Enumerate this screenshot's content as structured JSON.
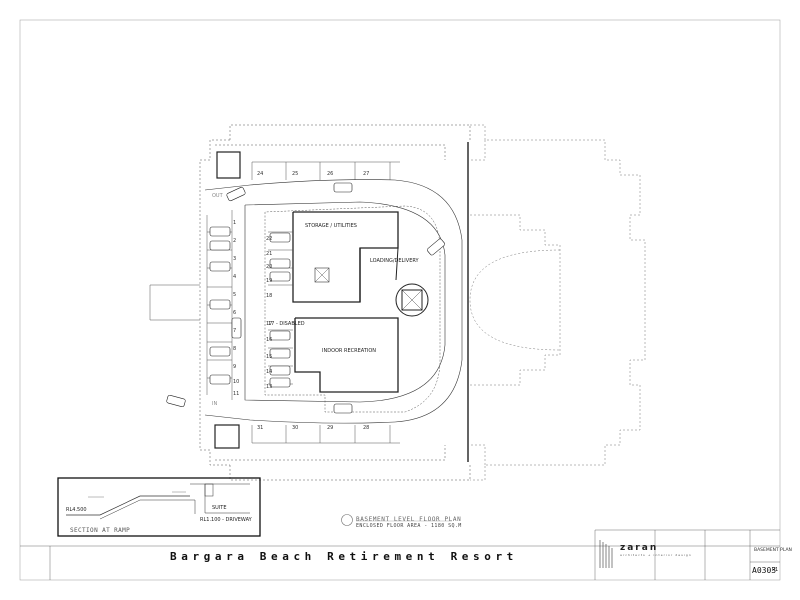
{
  "project": {
    "title": "Bargara Beach Retirement Resort"
  },
  "plan": {
    "title": "BASEMENT LEVEL FLOOR PLAN",
    "area": "ENCLOSED FLOOR AREA - 1180 SQ.M"
  },
  "rooms": {
    "storage": "STORAGE / UTILITIES",
    "loading": "LOADING/DELIVERY",
    "disabled": "17 - DISABLED",
    "recreation": "INDOOR RECREATION",
    "out": "OUT",
    "in": "IN"
  },
  "bays": {
    "top": [
      "24",
      "25",
      "26",
      "27"
    ],
    "bottom": [
      "31",
      "30",
      "29",
      "28"
    ],
    "left": [
      "1",
      "2",
      "3",
      "4",
      "5",
      "6",
      "7",
      "8",
      "9",
      "10",
      "11"
    ],
    "inner": [
      "22",
      "21",
      "20",
      "19",
      "18",
      "17",
      "16",
      "15",
      "14",
      "13"
    ]
  },
  "section": {
    "title": "SECTION AT RAMP",
    "rl_left": "RL4.500",
    "rl_bottom": "RL1.100 - DRIVEWAY",
    "suite": "SUITE"
  },
  "firm": {
    "name": "zaran",
    "tagline": "architects + interior design"
  },
  "title_block": {
    "sheet_name": "BASEMENT PLAN",
    "drawing_no": "A0303",
    "revision": "P1"
  }
}
